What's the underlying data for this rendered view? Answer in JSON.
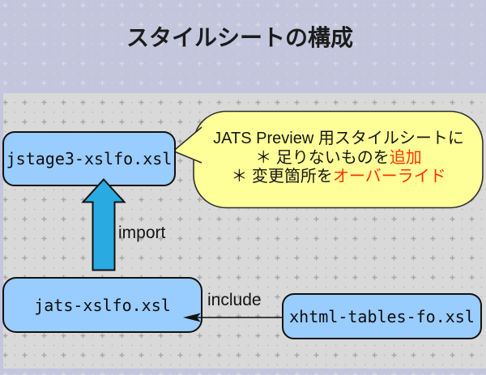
{
  "title": "スタイルシートの構成",
  "colors": {
    "background_lavender": "#c3c6dc",
    "canvas_gray": "#d9d9d9",
    "box_fill": "#99ccff",
    "box_border": "#111111",
    "bubble_fill": "#ffff99",
    "bubble_border": "#2e2e2e",
    "block_arrow_fill": "#29abe2",
    "highlight_red": "#ff3300"
  },
  "diagram": {
    "boxes": [
      {
        "id": "jstage3",
        "label": "jstage3-xslfo.xsl"
      },
      {
        "id": "jats",
        "label": "jats-xslfo.xsl"
      },
      {
        "id": "xhtml_tables",
        "label": "xhtml-tables-fo.xsl"
      }
    ],
    "bubble": {
      "line1": "JATS Preview 用スタイルシートに",
      "line2_black": "＊ 足りないものを",
      "line2_red": "追加",
      "line3_black": "＊ 変更箇所を",
      "line3_red": "オーバーライド"
    },
    "edges": [
      {
        "id": "import",
        "label": "import",
        "from": "jats",
        "to": "jstage3"
      },
      {
        "id": "include",
        "label": "include",
        "from": "xhtml_tables",
        "to": "jats"
      }
    ]
  }
}
